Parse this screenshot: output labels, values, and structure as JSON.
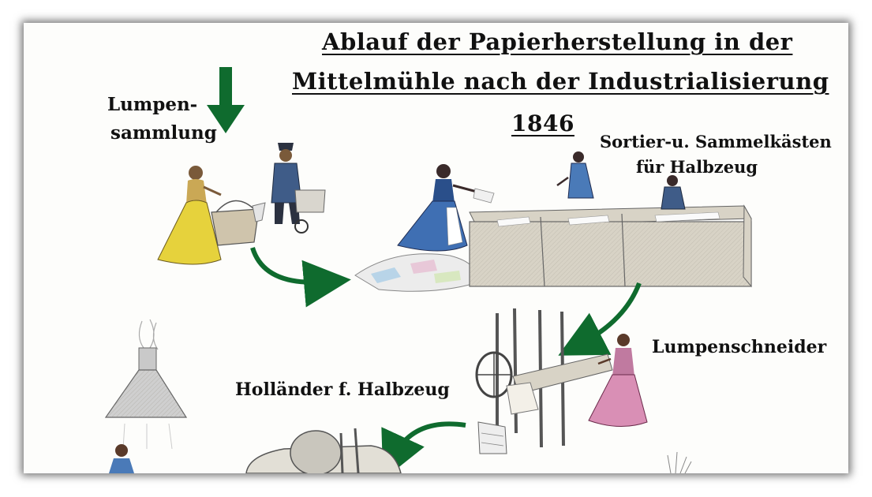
{
  "title": {
    "line1": "Ablauf der Papierherstellung in der",
    "line2": "Mittelmühle nach der Industrialisierung",
    "year": "1846"
  },
  "labels": {
    "lumpen_line1": "Lumpen-",
    "lumpen_line2": "sammlung",
    "sortier_line1": "Sortier-u. Sammelkästen",
    "sortier_line2": "für Halbzeug",
    "lumpenschneider": "Lumpenschneider",
    "hollander": "Holländer f. Halbzeug"
  },
  "colors": {
    "arrow_green": "#0f6b2e",
    "dress_yellow": "#e6d23c",
    "dress_blue": "#3f6fb3",
    "dress_pink": "#d98fb5",
    "crate": "#d8d3c6"
  }
}
